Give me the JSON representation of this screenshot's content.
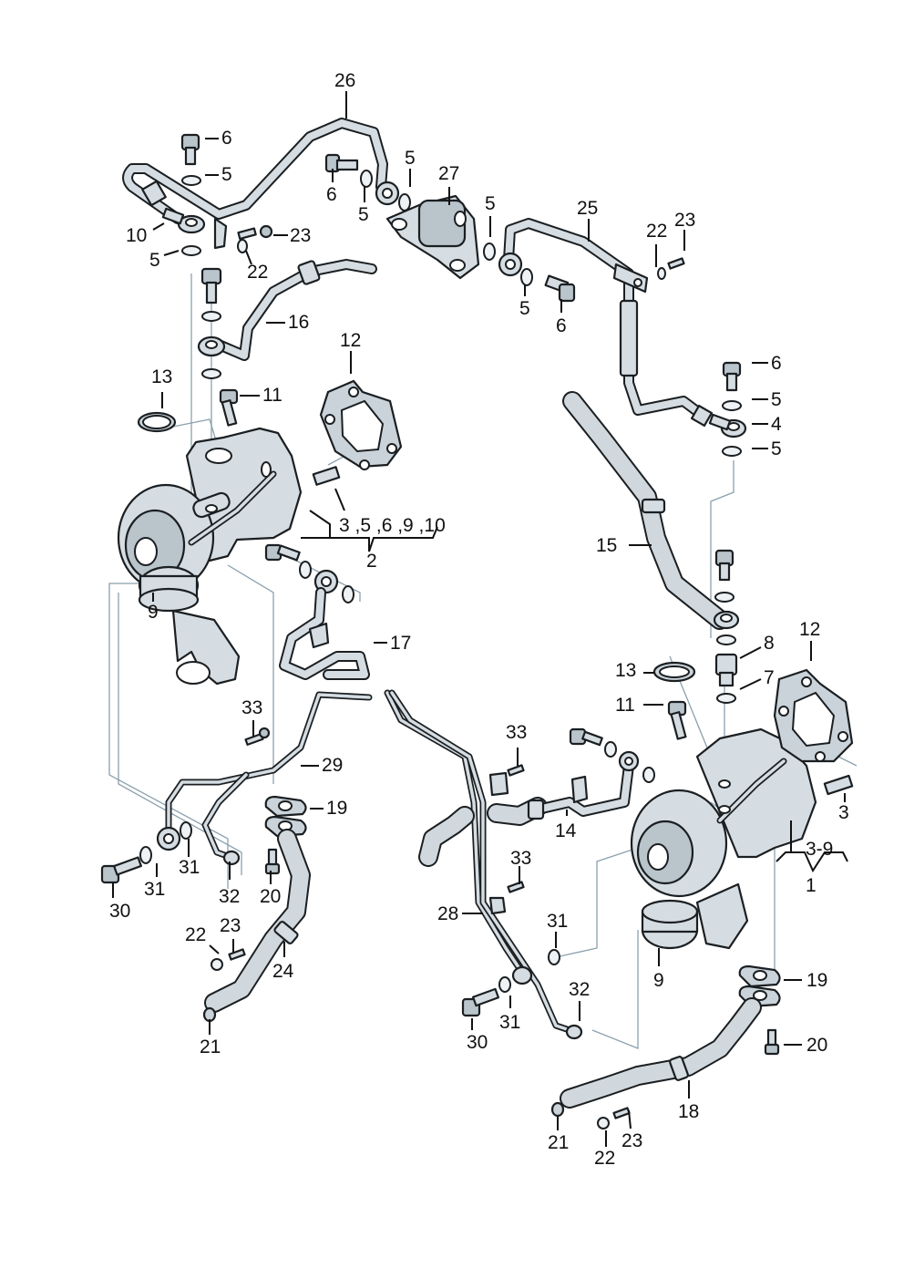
{
  "diagram": {
    "title": "Turbocharger assembly exploded parts view",
    "colors": {
      "line": "#1b1f22",
      "metal": "#d5dde2",
      "guide": "#8ba1ad",
      "background": "#ffffff"
    },
    "callouts": {
      "c26": "26",
      "c6a": "6",
      "c5a": "5",
      "c6b": "6",
      "c5b": "5",
      "c5c": "5",
      "c27": "27",
      "c10": "10",
      "c5d": "5",
      "c23a": "23",
      "c22a": "22",
      "c16": "16",
      "c12a": "12",
      "c13a": "13",
      "c11a": "11",
      "c2parts": "3 ,5 ,6 ,9 ,10",
      "c2": "2",
      "c3a": "3",
      "c9a": "9",
      "c17": "17",
      "c5e": "5",
      "c25": "25",
      "c22b": "22",
      "c23b": "23",
      "c5f": "5",
      "c6c": "6",
      "c6d": "6",
      "c5g": "5",
      "c4": "4",
      "c5h": "5",
      "c15": "15",
      "c8": "8",
      "c7": "7",
      "c12b": "12",
      "c13b": "13",
      "c11b": "11",
      "c3b": "3",
      "c39": "3-9",
      "c1": "1",
      "c33a": "33",
      "c29": "29",
      "c19a": "19",
      "c31a": "31",
      "c31b": "31",
      "c32a": "32",
      "c30a": "30",
      "c20a": "20",
      "c22c": "22",
      "c23c": "23",
      "c24": "24",
      "c21a": "21",
      "c33b": "33",
      "c14": "14",
      "c33c": "33",
      "c28": "28",
      "c31c": "31",
      "c31d": "31",
      "c32b": "32",
      "c30b": "30",
      "c9b": "9",
      "c19b": "19",
      "c20b": "20",
      "c18": "18",
      "c21b": "21",
      "c22d": "22",
      "c23d": "23"
    }
  }
}
